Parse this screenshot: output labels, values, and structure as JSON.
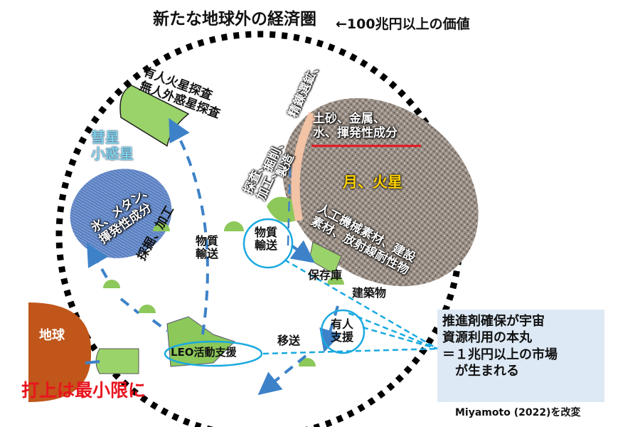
{
  "title": "新たな地球外の経済圏",
  "value_note": "←100兆円以上の価値",
  "mars_missions": [
    "有人火星探査",
    "無人外惑星探査"
  ],
  "comet": {
    "name_lines": [
      "彗星",
      "小惑星"
    ],
    "resources_lines": [
      "氷、メタン、",
      "揮発性成分"
    ],
    "process": "採掘、加工"
  },
  "moon": {
    "name": "月、火星",
    "resources_lines": [
      "土砂、金属、",
      "水、揮発性成分"
    ],
    "products_lines": [
      "人工機械素材、建設",
      "素材、放射線耐性物"
    ],
    "process_1": "精錬選鉱、",
    "process_2_lines": [
      "掘削、",
      "製造"
    ],
    "process_3_lines": [
      "探査、",
      "加工、"
    ]
  },
  "material_transport_left": "物質輸送",
  "material_transport_circle": [
    "物質",
    "輸送"
  ],
  "storage": "保存庫",
  "building": "建築物",
  "transfer": "移送",
  "crewed_support": [
    "有人",
    "支援"
  ],
  "leo": "LEO活動支援",
  "earth": "地球",
  "launch": "打上は最小限に",
  "callout_lines": [
    "推進剤確保が宇宙",
    "資源利用の本丸",
    "＝１兆円以上の市場",
    "　が生まれる"
  ],
  "source": "Miyamoto (2022)を改変",
  "colors": {
    "circle": "#000",
    "arrow": "#3d82c8",
    "cyan": "#1aa9e0",
    "earth": "#c0561a",
    "launch": "#e8141e",
    "moon_name": "#ffd200",
    "comet_label": "#7fd0e8",
    "callout_bg": "#dde9f5",
    "module": "#9ad36a"
  }
}
